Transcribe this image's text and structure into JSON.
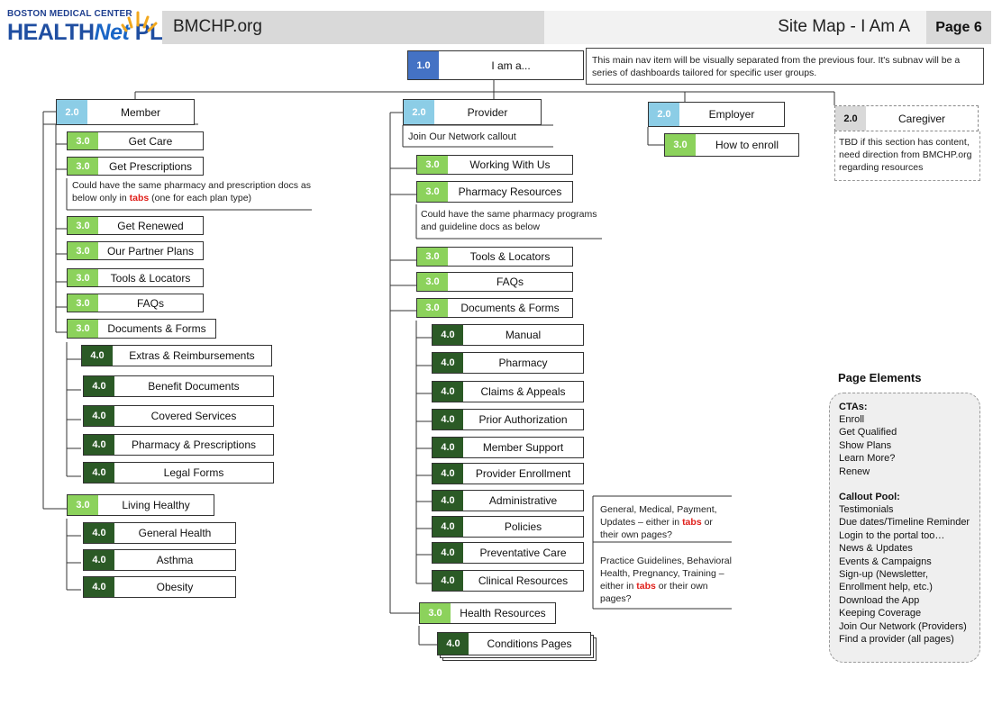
{
  "header": {
    "logo_top": "BOSTON MEDICAL CENTER",
    "logo_main_1": "HEALTH",
    "logo_main_2": "Net",
    "logo_main_3": " PLAN",
    "site_name": "BMCHP.org",
    "title": "Site Map - I Am A",
    "page": "Page 6"
  },
  "root": {
    "num": "1.0",
    "label": "I am a...",
    "note": "This main nav item will be visually separated from the previous four. It's subnav will be a series of dashboards tailored for specific user groups."
  },
  "member": {
    "num": "2.0",
    "label": "Member",
    "items": [
      {
        "num": "3.0",
        "label": "Get Care"
      },
      {
        "num": "3.0",
        "label": "Get Prescriptions"
      },
      {
        "num": "3.0",
        "label": "Get Renewed"
      },
      {
        "num": "3.0",
        "label": "Our Partner Plans"
      },
      {
        "num": "3.0",
        "label": "Tools & Locators"
      },
      {
        "num": "3.0",
        "label": "FAQs"
      },
      {
        "num": "3.0",
        "label": "Documents & Forms"
      },
      {
        "num": "4.0",
        "label": "Extras & Reimbursements"
      },
      {
        "num": "4.0",
        "label": "Benefit Documents"
      },
      {
        "num": "4.0",
        "label": "Covered Services"
      },
      {
        "num": "4.0",
        "label": "Pharmacy & Prescriptions"
      },
      {
        "num": "4.0",
        "label": "Legal Forms"
      },
      {
        "num": "3.0",
        "label": "Living Healthy"
      },
      {
        "num": "4.0",
        "label": "General Health"
      },
      {
        "num": "4.0",
        "label": "Asthma"
      },
      {
        "num": "4.0",
        "label": "Obesity"
      }
    ],
    "prescriptions_note_1": "Could have the same pharmacy and prescription docs as below only in ",
    "prescriptions_note_red": "tabs",
    "prescriptions_note_2": " (one for each plan type)"
  },
  "provider": {
    "num": "2.0",
    "label": "Provider",
    "callout": "Join Our Network callout",
    "items": [
      {
        "num": "3.0",
        "label": "Working With Us"
      },
      {
        "num": "3.0",
        "label": "Pharmacy Resources"
      },
      {
        "num": "3.0",
        "label": "Tools & Locators"
      },
      {
        "num": "3.0",
        "label": "FAQs"
      },
      {
        "num": "3.0",
        "label": "Documents & Forms"
      },
      {
        "num": "4.0",
        "label": "Manual"
      },
      {
        "num": "4.0",
        "label": "Pharmacy"
      },
      {
        "num": "4.0",
        "label": "Claims & Appeals"
      },
      {
        "num": "4.0",
        "label": "Prior Authorization"
      },
      {
        "num": "4.0",
        "label": "Member Support"
      },
      {
        "num": "4.0",
        "label": "Provider Enrollment"
      },
      {
        "num": "4.0",
        "label": "Administrative"
      },
      {
        "num": "4.0",
        "label": "Policies"
      },
      {
        "num": "4.0",
        "label": "Preventative Care"
      },
      {
        "num": "4.0",
        "label": "Clinical Resources"
      },
      {
        "num": "3.0",
        "label": "Health Resources"
      },
      {
        "num": "4.0",
        "label": "Conditions Pages"
      }
    ],
    "pharmacy_note": "Could have the same pharmacy programs and guideline docs as below",
    "policies_note_1": "General, Medical, Payment, Updates – either in ",
    "policies_note_red": "tabs",
    "policies_note_2": " or their own pages?",
    "clinical_note_1": "Practice Guidelines, Behavioral Health, Pregnancy, Training – either in ",
    "clinical_note_red": "tabs",
    "clinical_note_2": " or their own pages?"
  },
  "employer": {
    "num": "2.0",
    "label": "Employer",
    "child_num": "3.0",
    "child_label": "How to enroll"
  },
  "caregiver": {
    "num": "2.0",
    "label": "Caregiver",
    "note": "TBD if this section has content, need direction from BMCHP.org regarding resources"
  },
  "page_elements": {
    "title": "Page Elements",
    "cta_head": "CTAs:",
    "ctas": [
      "Enroll",
      "Get Qualified",
      "Show Plans",
      "Learn More?",
      "Renew"
    ],
    "callout_head": "Callout Pool:",
    "callouts": [
      "Testimonials",
      "Due dates/Timeline Reminder",
      "Login to the portal too…",
      "News & Updates",
      "Events & Campaigns",
      "Sign-up (Newsletter,",
      "Enrollment help, etc.)",
      "Download the App",
      "Keeping Coverage",
      "Join Our Network (Providers)",
      "Find a provider (all pages)"
    ]
  },
  "colors": {
    "level1": "#4472c4",
    "level2": "#8ccde6",
    "level3": "#8cd25c",
    "level4": "#2b5a26",
    "accent_red": "#e0201b"
  }
}
